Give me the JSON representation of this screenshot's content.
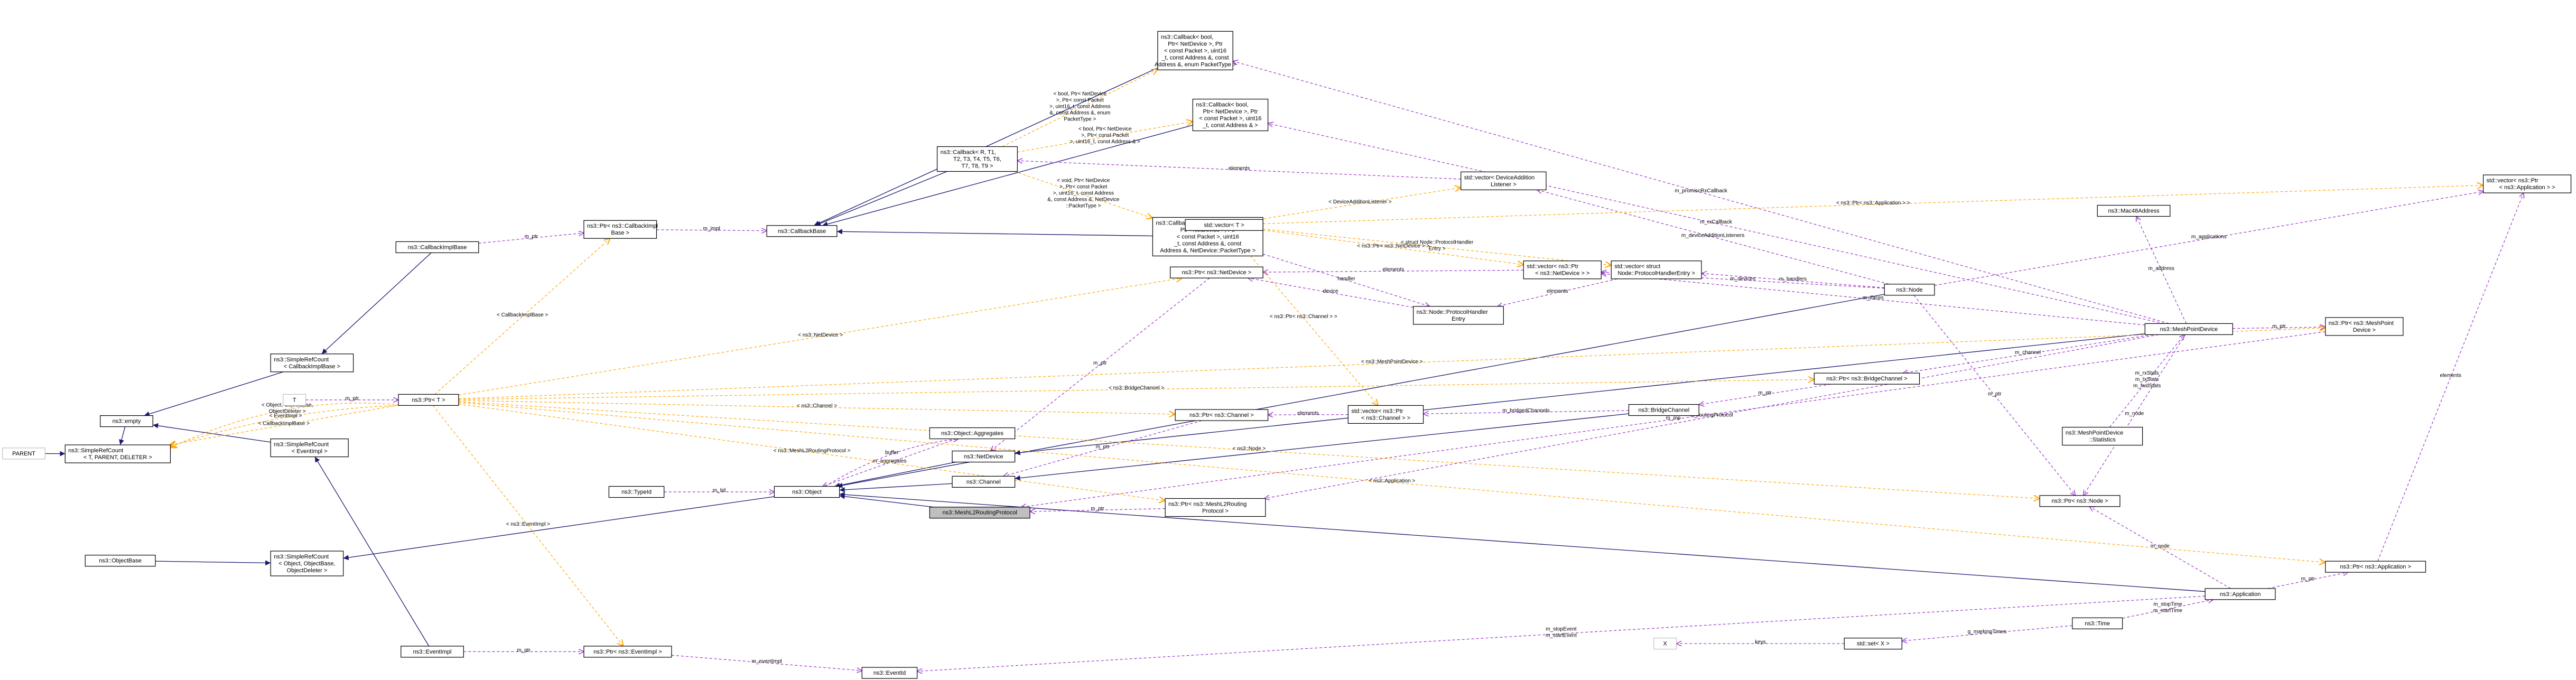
{
  "diagram": {
    "nodes": [
      {
        "id": "cb_impl_base",
        "lines": [
          "ns3::CallbackImplBase"
        ]
      },
      {
        "id": "ptr_cb_impl",
        "lines": [
          "ns3::Ptr< ns3::CallbackImpl",
          "Base >"
        ]
      },
      {
        "id": "cb_base",
        "lines": [
          "ns3::CallbackBase"
        ]
      },
      {
        "id": "callback_r",
        "lines": [
          "ns3::Callback< R, T1,",
          "T2, T3, T4, T5, T6,",
          "T7, T8, T9 >"
        ]
      },
      {
        "id": "cb_promisc",
        "lines": [
          "ns3::Callback< bool,",
          "Ptr< NetDevice >, Ptr",
          "< const Packet >, uint16",
          "_t, const Address &, const",
          "Address &, enum PacketType >"
        ]
      },
      {
        "id": "cb_rx",
        "lines": [
          "ns3::Callback< bool,",
          "Ptr< NetDevice >, Ptr",
          "< const Packet >, uint16",
          "_t, const Address & >"
        ]
      },
      {
        "id": "cb_void",
        "lines": [
          "ns3::Callback< void,",
          "Ptr< NetDevice >, Ptr",
          "< const Packet >, uint16",
          "_t, const Address &, const",
          "Address &, NetDevice::PacketType >"
        ]
      },
      {
        "id": "srefcount_cb",
        "lines": [
          "ns3::SimpleRefCount",
          "< CallbackImplBase >"
        ]
      },
      {
        "id": "empty",
        "lines": [
          "ns3::empty"
        ]
      },
      {
        "id": "srefcount_t",
        "lines": [
          "ns3::SimpleRefCount",
          "< T, PARENT, DELETER >"
        ]
      },
      {
        "id": "parent",
        "lines": [
          "PARENT"
        ],
        "ghost": true
      },
      {
        "id": "srefcount_ev",
        "lines": [
          "ns3::SimpleRefCount",
          "< EventImpl >"
        ]
      },
      {
        "id": "t_param",
        "lines": [
          "T"
        ],
        "ghost": true
      },
      {
        "id": "ptr_t",
        "lines": [
          "ns3::Ptr< T >"
        ]
      },
      {
        "id": "objectbase",
        "lines": [
          "ns3::ObjectBase"
        ]
      },
      {
        "id": "srefcount_obj",
        "lines": [
          "ns3::SimpleRefCount",
          "< Object, ObjectBase,",
          "ObjectDeleter >"
        ]
      },
      {
        "id": "eventimpl",
        "lines": [
          "ns3::EventImpl"
        ]
      },
      {
        "id": "ptr_eventimpl",
        "lines": [
          "ns3::Ptr< ns3::EventImpl >"
        ]
      },
      {
        "id": "eventid",
        "lines": [
          "ns3::EventId"
        ]
      },
      {
        "id": "typeid",
        "lines": [
          "ns3::TypeId"
        ]
      },
      {
        "id": "object",
        "lines": [
          "ns3::Object"
        ]
      },
      {
        "id": "obj_aggregates",
        "lines": [
          "ns3::Object::Aggregates"
        ]
      },
      {
        "id": "netdevice",
        "lines": [
          "ns3::NetDevice"
        ]
      },
      {
        "id": "channel",
        "lines": [
          "ns3::Channel"
        ]
      },
      {
        "id": "mesh_l2",
        "lines": [
          "ns3::MeshL2RoutingProtocol"
        ],
        "highlight": true
      },
      {
        "id": "ptr_mesh_l2",
        "lines": [
          "ns3::Ptr< ns3::MeshL2Routing",
          "Protocol >"
        ]
      },
      {
        "id": "ptr_channel",
        "lines": [
          "ns3::Ptr< ns3::Channel >"
        ]
      },
      {
        "id": "ptr_netdevice",
        "lines": [
          "ns3::Ptr< ns3::NetDevice >"
        ]
      },
      {
        "id": "vector_t",
        "lines": [
          "std::vector< T >"
        ]
      },
      {
        "id": "vec_devadd",
        "lines": [
          "std::vector< DeviceAddition",
          "Listener >"
        ]
      },
      {
        "id": "vec_ptr_netdev",
        "lines": [
          "std::vector< ns3::Ptr",
          "< ns3::NetDevice > >"
        ]
      },
      {
        "id": "vec_handler",
        "lines": [
          "std::vector< struct",
          "Node::ProtocolHandlerEntry >"
        ]
      },
      {
        "id": "handler_entry",
        "lines": [
          "ns3::Node::ProtocolHandler",
          "Entry"
        ]
      },
      {
        "id": "vec_ptr_channel",
        "lines": [
          "std::vector< ns3::Ptr",
          "< ns3::Channel > >"
        ]
      },
      {
        "id": "bridgechannel",
        "lines": [
          "ns3::BridgeChannel"
        ]
      },
      {
        "id": "ptr_bridgechannel",
        "lines": [
          "ns3::Ptr< ns3::BridgeChannel >"
        ]
      },
      {
        "id": "node",
        "lines": [
          "ns3::Node"
        ]
      },
      {
        "id": "mac48",
        "lines": [
          "ns3::Mac48Address"
        ]
      },
      {
        "id": "meshpointdevice",
        "lines": [
          "ns3::MeshPointDevice"
        ]
      },
      {
        "id": "mpd_statistics",
        "lines": [
          "ns3::MeshPointDevice",
          "::Statistics"
        ]
      },
      {
        "id": "ptr_node",
        "lines": [
          "ns3::Ptr< ns3::Node >"
        ]
      },
      {
        "id": "ptr_mpd",
        "lines": [
          "ns3::Ptr< ns3::MeshPoint",
          "Device >"
        ]
      },
      {
        "id": "vec_ptr_app",
        "lines": [
          "std::vector< ns3::Ptr",
          "< ns3::Application > >"
        ]
      },
      {
        "id": "ptr_app",
        "lines": [
          "ns3::Ptr< ns3::Application >"
        ]
      },
      {
        "id": "application",
        "lines": [
          "ns3::Application"
        ]
      },
      {
        "id": "time",
        "lines": [
          "ns3::Time"
        ]
      },
      {
        "id": "set_x",
        "lines": [
          "std::set< X >"
        ]
      },
      {
        "id": "x_param",
        "lines": [
          "X"
        ],
        "ghost": true
      }
    ],
    "edges": [
      {
        "type": "inherit",
        "from": "cb_impl_base",
        "to": "srefcount_cb"
      },
      {
        "type": "inherit",
        "from": "srefcount_cb",
        "to": "empty"
      },
      {
        "type": "inherit",
        "from": "empty",
        "to": "srefcount_t"
      },
      {
        "type": "inherit",
        "from": "parent",
        "to": "srefcount_t"
      },
      {
        "type": "inherit",
        "from": "srefcount_ev",
        "to": "empty"
      },
      {
        "type": "inherit",
        "from": "eventimpl",
        "to": "srefcount_ev"
      },
      {
        "type": "inherit",
        "from": "objectbase",
        "to": "srefcount_obj"
      },
      {
        "type": "inherit",
        "from": "object",
        "to": "srefcount_obj"
      },
      {
        "type": "inherit",
        "from": "callback_r",
        "to": "cb_base"
      },
      {
        "type": "inherit",
        "from": "cb_promisc",
        "to": "cb_base"
      },
      {
        "type": "inherit",
        "from": "cb_rx",
        "to": "cb_base"
      },
      {
        "type": "inherit",
        "from": "cb_void",
        "to": "cb_base"
      },
      {
        "type": "inherit",
        "from": "netdevice",
        "to": "object"
      },
      {
        "type": "inherit",
        "from": "channel",
        "to": "object"
      },
      {
        "type": "inherit",
        "from": "mesh_l2",
        "to": "object"
      },
      {
        "type": "inherit",
        "from": "node",
        "to": "object"
      },
      {
        "type": "inherit",
        "from": "application",
        "to": "object"
      },
      {
        "type": "inherit",
        "from": "bridgechannel",
        "to": "channel"
      },
      {
        "type": "inherit",
        "from": "meshpointdevice",
        "to": "netdevice"
      },
      {
        "type": "usage",
        "from": "ptr_cb_impl",
        "to": "cb_base",
        "label": "m_impl"
      },
      {
        "type": "usage",
        "from": "cb_impl_base",
        "to": "ptr_cb_impl",
        "label": "m_ptr"
      },
      {
        "type": "usage",
        "from": "vec_devadd",
        "to": "callback_r",
        "label": "elements"
      },
      {
        "type": "usage",
        "from": "t_param",
        "to": "ptr_t",
        "label": "m_ptr"
      },
      {
        "type": "usage",
        "from": "typeid",
        "to": "object",
        "label": "m_tid"
      },
      {
        "type": "usage",
        "from": "obj_aggregates",
        "to": "object",
        "label": "m_aggregates"
      },
      {
        "type": "usage",
        "from": "object",
        "to": "obj_aggregates",
        "label": "buffer"
      },
      {
        "type": "usage",
        "from": "eventimpl",
        "to": "ptr_eventimpl",
        "label": "m_ptr"
      },
      {
        "type": "usage",
        "from": "ptr_eventimpl",
        "to": "eventid",
        "label": "m_eventImpl"
      },
      {
        "type": "usage",
        "from": "ptr_channel",
        "to": "channel",
        "label": "m_ptr"
      },
      {
        "type": "usage",
        "from": "ptr_netdevice",
        "to": "netdevice",
        "label": "m_ptr"
      },
      {
        "type": "usage",
        "from": "ptr_mesh_l2",
        "to": "mesh_l2",
        "label": "m_ptr"
      },
      {
        "type": "usage",
        "from": "vec_ptr_channel",
        "to": "ptr_channel",
        "label": "elements"
      },
      {
        "type": "usage",
        "from": "vec_ptr_netdev",
        "to": "ptr_netdevice",
        "label": "elements"
      },
      {
        "type": "usage",
        "from": "handler_entry",
        "to": "ptr_netdevice",
        "label": "device"
      },
      {
        "type": "usage",
        "from": "cb_void",
        "to": "handler_entry",
        "label": "handler"
      },
      {
        "type": "usage",
        "from": "vec_handler",
        "to": "handler_entry",
        "label": "elements"
      },
      {
        "type": "usage",
        "from": "node",
        "to": "vec_handler",
        "label": "m_handlers"
      },
      {
        "type": "usage",
        "from": "node",
        "to": "vec_ptr_netdev",
        "label": "m_devices"
      },
      {
        "type": "usage",
        "from": "node",
        "to": "vec_devadd",
        "label": "m_deviceAdditionListeners"
      },
      {
        "type": "usage",
        "from": "node",
        "to": "vec_ptr_app",
        "label": "m_applications"
      },
      {
        "type": "usage",
        "from": "bridgechannel",
        "to": "vec_ptr_channel",
        "label": "m_bridgedChannels"
      },
      {
        "type": "usage",
        "from": "ptr_bridgechannel",
        "to": "bridgechannel",
        "label": "m_ptr"
      },
      {
        "type": "usage",
        "from": "meshpointdevice",
        "to": "ptr_bridgechannel",
        "label": "m_channel"
      },
      {
        "type": "usage",
        "from": "meshpointdevice",
        "to": "vec_ptr_netdev",
        "label": "m_ifaces"
      },
      {
        "type": "usage",
        "from": "meshpointdevice",
        "to": "mac48",
        "label": "m_address"
      },
      {
        "type": "usage",
        "from": "meshpointdevice",
        "to": "cb_promisc",
        "label": "m_promiscRxCallback"
      },
      {
        "type": "usage",
        "from": "meshpointdevice",
        "to": "cb_rx",
        "label": "m_rxCallback"
      },
      {
        "type": "usage",
        "from": "meshpointdevice",
        "to": "ptr_mesh_l2",
        "label": "m_routingProtocol"
      },
      {
        "type": "usage",
        "from": "meshpointdevice",
        "to": "ptr_node",
        "label": "m_node"
      },
      {
        "type": "usage",
        "from": "mpd_statistics",
        "to": "meshpointdevice",
        "label": "m_rxStats\nm_txStats\nm_fwdStats"
      },
      {
        "type": "usage",
        "from": "meshpointdevice",
        "to": "ptr_mpd",
        "label": "m_ptr"
      },
      {
        "type": "usage",
        "from": "ptr_mpd",
        "to": "mesh_l2",
        "label": "m_mp"
      },
      {
        "type": "usage",
        "from": "node",
        "to": "ptr_node",
        "label": "m_ptr"
      },
      {
        "type": "usage",
        "from": "application",
        "to": "ptr_node",
        "label": "m_node"
      },
      {
        "type": "usage",
        "from": "application",
        "to": "ptr_app",
        "label": "m_ptr"
      },
      {
        "type": "usage",
        "from": "ptr_app",
        "to": "vec_ptr_app",
        "label": "elements"
      },
      {
        "type": "usage",
        "from": "time",
        "to": "application",
        "label": "m_stopTime\nm_startTime"
      },
      {
        "type": "usage",
        "from": "time",
        "to": "set_x",
        "label": "g_markingTimes"
      },
      {
        "type": "usage",
        "from": "set_x",
        "to": "x_param",
        "label": "keys"
      },
      {
        "type": "usage",
        "from": "application",
        "to": "eventid",
        "label": "m_stopEvent\nm_startEvent"
      },
      {
        "type": "template",
        "from": "ptr_t",
        "to": "srefcount_t",
        "label": "< CallbackImplBase >"
      },
      {
        "type": "template",
        "from": "ptr_t",
        "to": "srefcount_t",
        "label": "< EventImpl >"
      },
      {
        "type": "template",
        "from": "ptr_t",
        "to": "srefcount_t",
        "label": "< Object, ObjectBase,\nObjectDeleter >"
      },
      {
        "type": "template",
        "from": "callback_r",
        "to": "cb_promisc",
        "label": "< bool, Ptr< NetDevice\n>, Ptr< const Packet\n>, uint16_t, const Address\n&, const Address &, enum\nPacketType >"
      },
      {
        "type": "template",
        "from": "callback_r",
        "to": "cb_rx",
        "label": "< bool, Ptr< NetDevice\n>, Ptr< const Packet\n>, uint16_t, const Address & >"
      },
      {
        "type": "template",
        "from": "callback_r",
        "to": "cb_void",
        "label": "< void, Ptr< NetDevice\n>, Ptr< const Packet\n>, uint16_t, const Address\n&, const Address &, NetDevice\n::PacketType >"
      },
      {
        "type": "template",
        "from": "ptr_t",
        "to": "ptr_cb_impl",
        "label": "< CallbackImplBase >"
      },
      {
        "type": "template",
        "from": "ptr_t",
        "to": "ptr_netdevice",
        "label": "< ns3::NetDevice >"
      },
      {
        "type": "template",
        "from": "ptr_t",
        "to": "ptr_bridgechannel",
        "label": "< ns3::BridgeChannel >"
      },
      {
        "type": "template",
        "from": "ptr_t",
        "to": "ptr_channel",
        "label": "< ns3::Channel >"
      },
      {
        "type": "template",
        "from": "ptr_t",
        "to": "ptr_mesh_l2",
        "label": "< ns3::MeshL2RoutingProtocol >"
      },
      {
        "type": "template",
        "from": "ptr_t",
        "to": "ptr_node",
        "label": "< ns3::Node >"
      },
      {
        "type": "template",
        "from": "ptr_t",
        "to": "ptr_app",
        "label": "< ns3::Application >"
      },
      {
        "type": "template",
        "from": "ptr_t",
        "to": "ptr_eventimpl",
        "label": "< ns3::EventImpl >"
      },
      {
        "type": "template",
        "from": "ptr_t",
        "to": "ptr_mpd",
        "label": "< ns3::MeshPointDevice >"
      },
      {
        "type": "template",
        "from": "vector_t",
        "to": "vec_devadd",
        "label": "< DeviceAdditionListener >"
      },
      {
        "type": "template",
        "from": "vector_t",
        "to": "vec_handler",
        "label": "< struct Node::ProtocolHandler\nEntry >"
      },
      {
        "type": "template",
        "from": "vector_t",
        "to": "vec_ptr_netdev",
        "label": "< ns3::Ptr< ns3::NetDevice > >"
      },
      {
        "type": "template",
        "from": "vector_t",
        "to": "vec_ptr_channel",
        "label": "< ns3::Ptr< ns3::Channel > >"
      },
      {
        "type": "template",
        "from": "vector_t",
        "to": "vec_ptr_app",
        "label": "< ns3::Ptr< ns3::Application > >"
      }
    ]
  }
}
